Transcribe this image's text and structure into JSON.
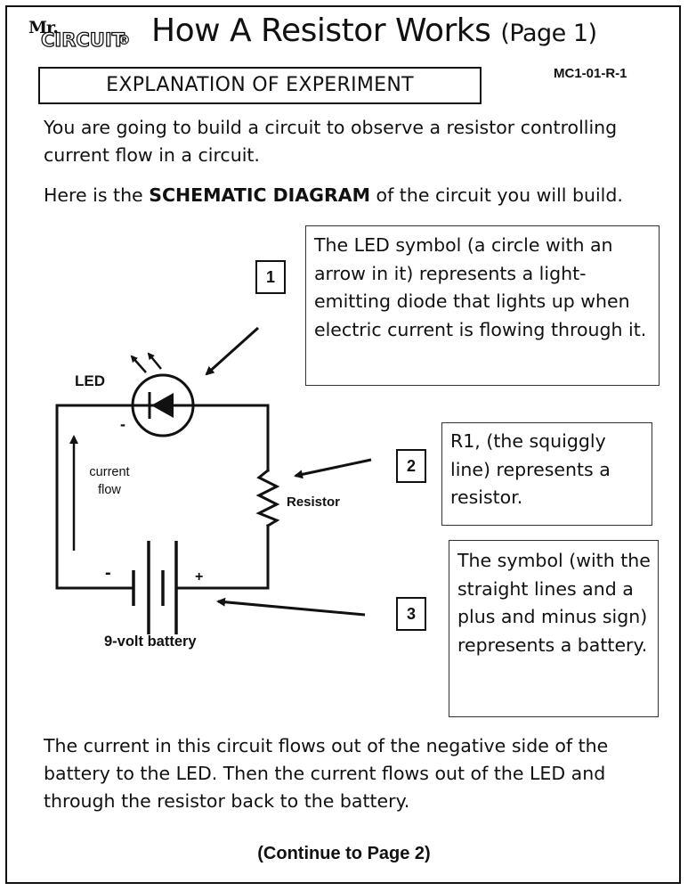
{
  "header": {
    "logo_mr": "Mr.",
    "logo_circuit": "CIRCUIT",
    "logo_registered": "®",
    "title": "How A Resistor Works",
    "title_page": "(Page 1)",
    "code": "MC1-01-R-1"
  },
  "section_heading": "EXPLANATION OF EXPERIMENT",
  "intro": {
    "p1": "You are going to build a circuit to observe a resistor controlling current flow in a circuit.",
    "p2_before": "Here is the ",
    "p2_bold": "SCHEMATIC DIAGRAM",
    "p2_after": " of the circuit you will build."
  },
  "diagram": {
    "led_label": "LED",
    "led_minus": "-",
    "current_flow_label_1": "current",
    "current_flow_label_2": "flow",
    "resistor_label": "Resistor",
    "battery_minus": "-",
    "battery_plus": "+",
    "battery_label": "9-volt battery"
  },
  "callouts": [
    {
      "number": "1",
      "text": "The LED symbol (a circle with an arrow in it) represents a light-emitting diode that lights up when electric current is flowing through it."
    },
    {
      "number": "2",
      "text": "R1, (the squiggly line) represents a resistor."
    },
    {
      "number": "3",
      "text": "The symbol (with the straight lines and a plus and minus sign) represents a battery."
    }
  ],
  "summary": "The current in this circuit flows out of the negative side of the battery to the LED.  Then the current flows out of the LED and through the resistor back to the battery.",
  "footer": "(Continue to Page 2)"
}
